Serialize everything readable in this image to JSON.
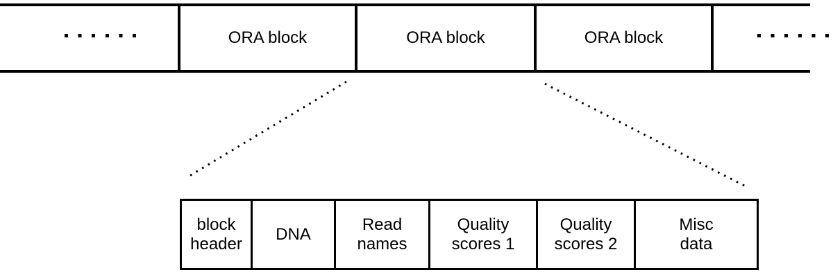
{
  "band": {
    "blocks": [
      "ORA block",
      "ORA block",
      "ORA block"
    ],
    "left_ellipsis_dot_count": 6,
    "right_ellipsis_dot_count": 6
  },
  "detail_box": {
    "cells": [
      {
        "label": "block header",
        "lines": [
          "block",
          "header"
        ]
      },
      {
        "label": "DNA",
        "lines": [
          "DNA"
        ]
      },
      {
        "label": "Read names",
        "lines": [
          "Read",
          "names"
        ]
      },
      {
        "label": "Quality scores 1",
        "lines": [
          "Quality",
          "scores 1"
        ]
      },
      {
        "label": "Quality scores 2",
        "lines": [
          "Quality",
          "scores 2"
        ]
      },
      {
        "label": "Misc data",
        "lines": [
          "Misc",
          "data"
        ]
      }
    ]
  },
  "colors": {
    "ink": "#000000",
    "background": "#ffffff"
  }
}
